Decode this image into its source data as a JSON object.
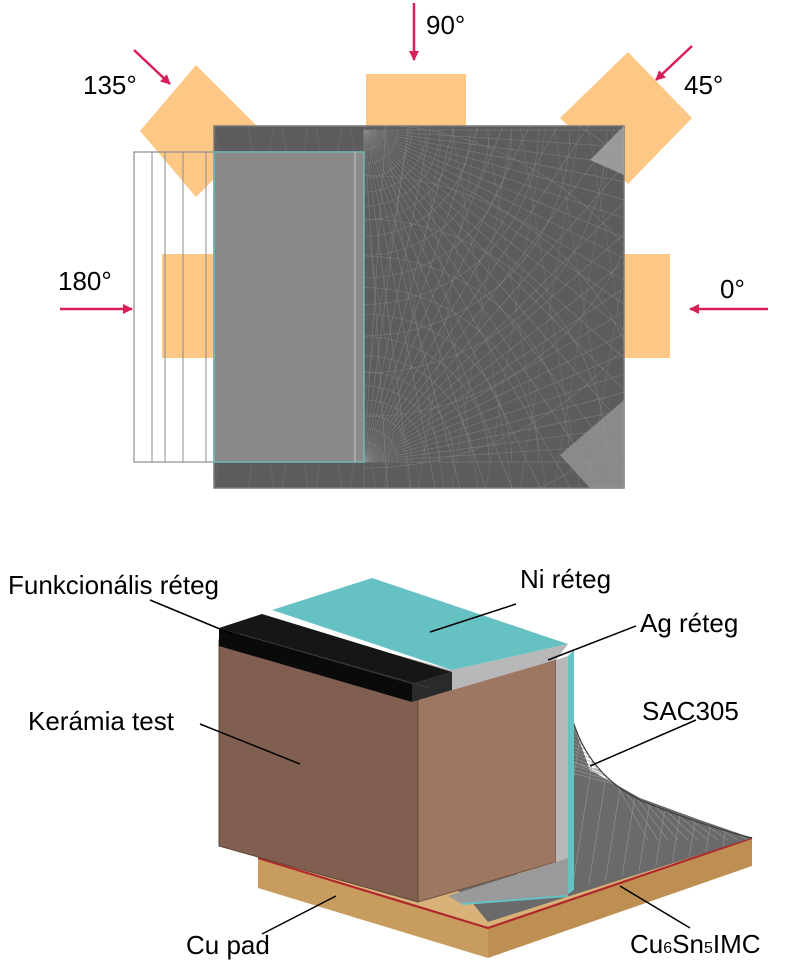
{
  "top_view": {
    "angles": [
      {
        "id": "a90",
        "text": "90°"
      },
      {
        "id": "a135",
        "text": "135°"
      },
      {
        "id": "a45",
        "text": "45°"
      },
      {
        "id": "a180",
        "text": "180°"
      },
      {
        "id": "a0",
        "text": "0°"
      }
    ]
  },
  "iso_view": {
    "labels": {
      "functional": "Funkcionális réteg",
      "ni": "Ni réteg",
      "ag": "Ag réteg",
      "ceramic": "Kerámia test",
      "sac": "SAC305",
      "cu_pad": "Cu pad",
      "imc_cu": "Cu",
      "imc_6": "6",
      "imc_sn": "Sn",
      "imc_5": "5",
      "imc_rest": "IMC"
    }
  },
  "colors": {
    "pad": "#FDC886",
    "arrow": "#D81F57",
    "mesh_fill": "#5c5c5c",
    "mesh_line": "#8a8a8a",
    "component_grey": "#8a8a8a",
    "ni_teal": "#66C1C3",
    "ceramic_front": "#805F50",
    "ceramic_side": "#9D7762",
    "cu_top": "#D9B27A",
    "cu_side": "#C89B5E",
    "imc_red": "#B0282C",
    "functional_black": "#111111",
    "ag_grey": "#B8B8B8"
  }
}
